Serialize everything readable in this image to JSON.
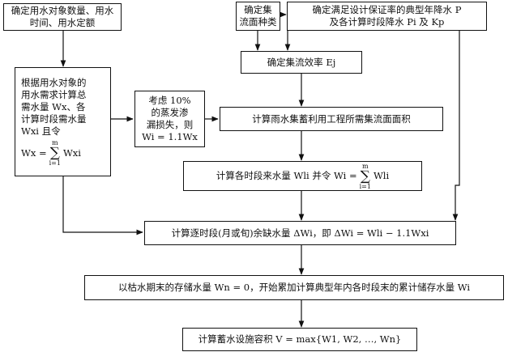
{
  "nodes": {
    "n1": {
      "lines": [
        "确定用水对象数量、用水",
        "时间、用水定额"
      ]
    },
    "n2": {
      "lines": [
        "确定集",
        "流面种类"
      ]
    },
    "n3": {
      "lines": [
        "确定满足设计保证率的典型年降水 P",
        "及各计算时段降水 Pi 及 Kp"
      ]
    },
    "n4": {
      "text": "确定集流效率 Ej"
    },
    "n5": {
      "lines": [
        "根据用水对象的",
        "用水需求计算总",
        "需水量 Wx、各",
        "计算时段需水量",
        "Wxi 且令"
      ],
      "formula_lhs": "Wx =",
      "sum_top": "m",
      "sum_bottom": "i=1",
      "formula_term": "Wxi"
    },
    "n6": {
      "lines": [
        "考虑 10%",
        "的蒸发渗",
        "漏损失，则",
        "Wi = 1.1Wx"
      ]
    },
    "n7": {
      "text": "计算雨水集蓄利用工程所需集流面面积"
    },
    "n8": {
      "text": "计算各时段来水量 Wli 并令 Wi =",
      "sum_top": "m",
      "sum_bottom": "i=1",
      "formula_term": "Wli"
    },
    "n9": {
      "text": "计算逐时段(月或旬)余缺水量 ΔWi，即 ΔWi = Wli − 1.1Wxi"
    },
    "n10": {
      "text": "以枯水期末的存储水量 Wn = 0，开始累加计算典型年内各时段末的累计储存水量 Wi"
    },
    "n11": {
      "text": "计算蓄水设施容积 V = max{W1, W2, …, Wn}"
    }
  }
}
